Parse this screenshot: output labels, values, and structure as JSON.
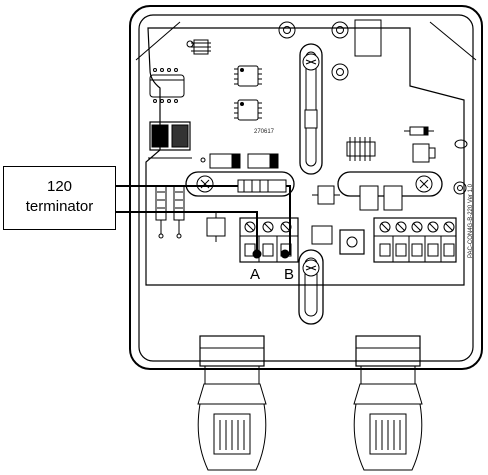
{
  "callout": {
    "line1": "120",
    "line2": "terminator"
  },
  "terminals": {
    "a_label": "A",
    "b_label": "B"
  },
  "silkscreen": {
    "part_code": "270617",
    "board_id": "PAC-CON4G-B-220 Ver 1.0"
  },
  "colors": {
    "line": "#000000",
    "background": "#ffffff",
    "box_fill": "#f4f4f4"
  }
}
